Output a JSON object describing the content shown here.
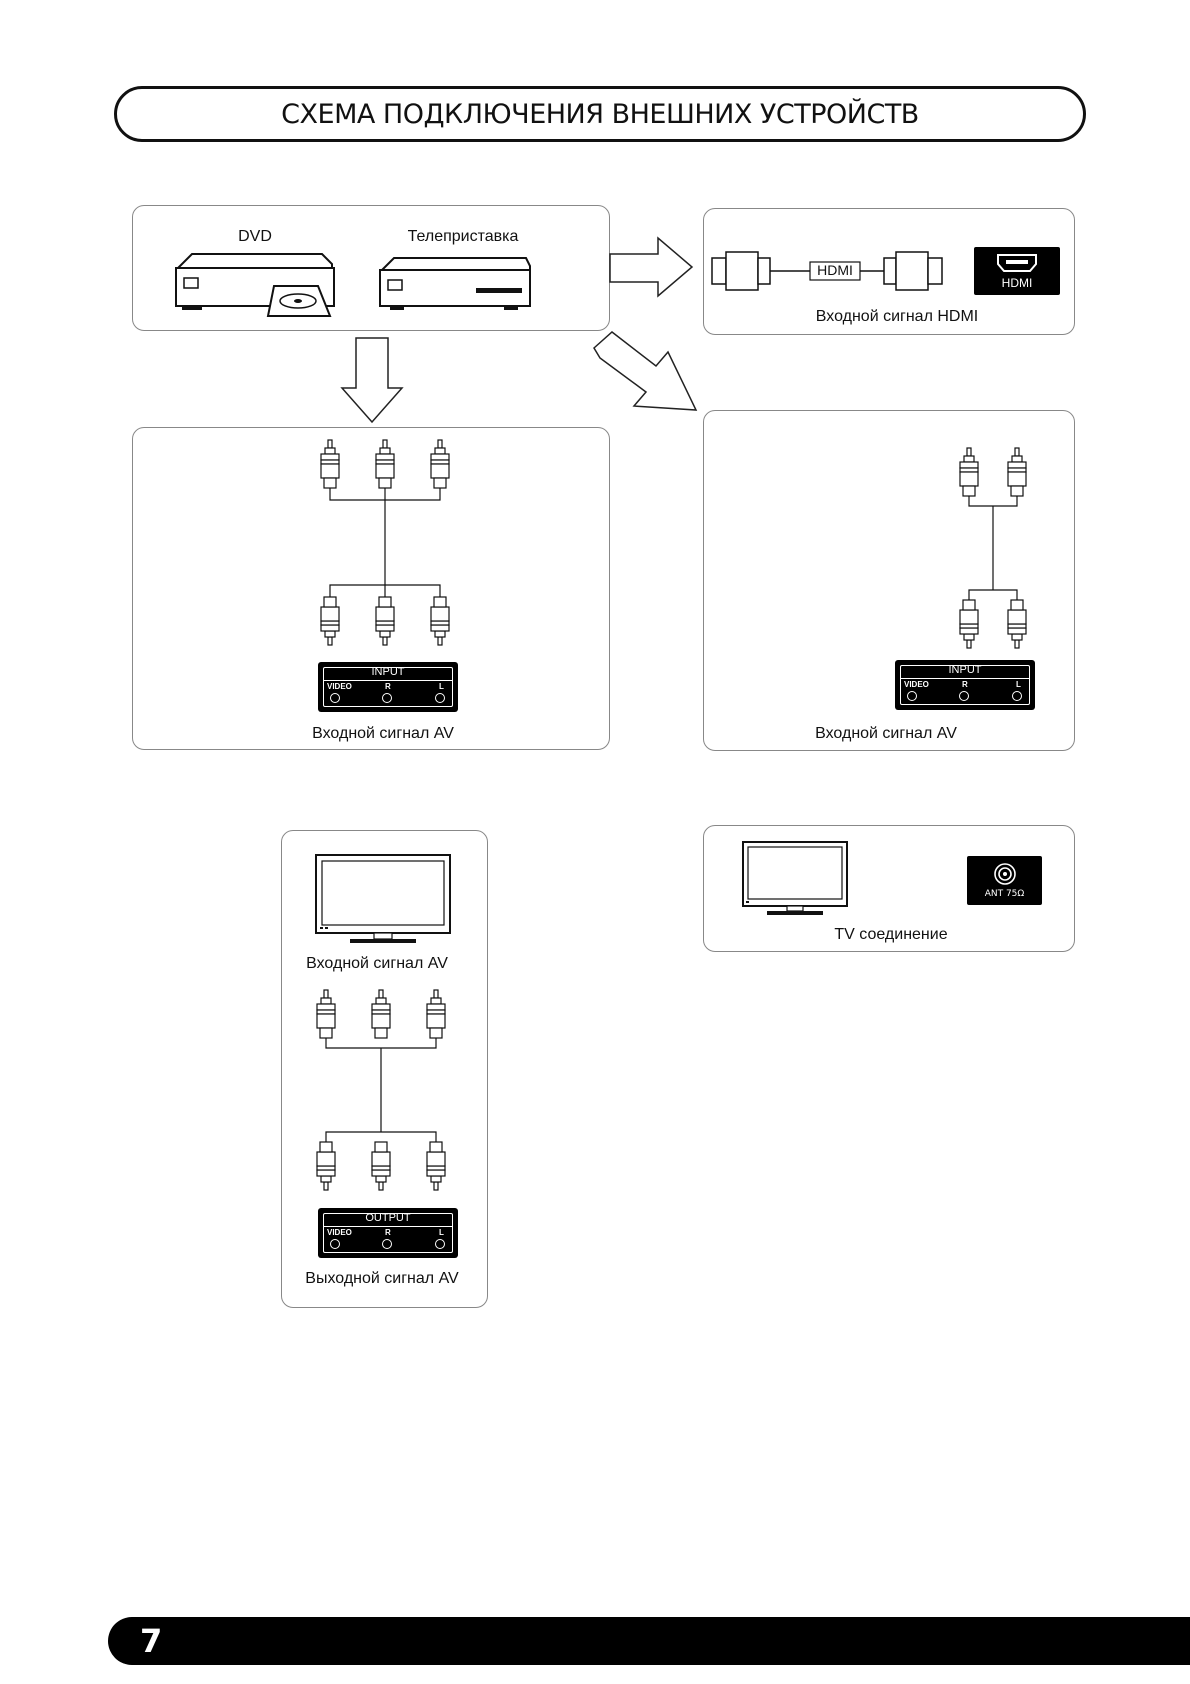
{
  "header": {
    "title": "СХЕМА ПОДКЛЮЧЕНИЯ ВНЕШНИХ УСТРОЙСТВ"
  },
  "devices_panel": {
    "dvd_label": "DVD",
    "stb_label": "Телеприставка"
  },
  "hdmi_panel": {
    "cable_label": "HDMI",
    "port_label": "HDMI",
    "caption": "Входной сигнал HDMI"
  },
  "av_panel_left": {
    "port_title": "INPUT",
    "ports": [
      "VIDEO",
      "R",
      "L"
    ],
    "caption": "Входной сигнал AV"
  },
  "av_panel_right": {
    "port_title": "INPUT",
    "ports": [
      "VIDEO",
      "R",
      "L"
    ],
    "caption": "Входной сигнал AV"
  },
  "av_output_panel": {
    "tv_caption": "Входной сигнал AV",
    "port_title": "OUTPUT",
    "ports": [
      "VIDEO",
      "R",
      "L"
    ],
    "caption": "Выходной сигнал AV"
  },
  "tv_panel": {
    "antenna_label": "ANT 75Ω",
    "caption": "TV соединение"
  },
  "footer": {
    "page_number": "7"
  }
}
